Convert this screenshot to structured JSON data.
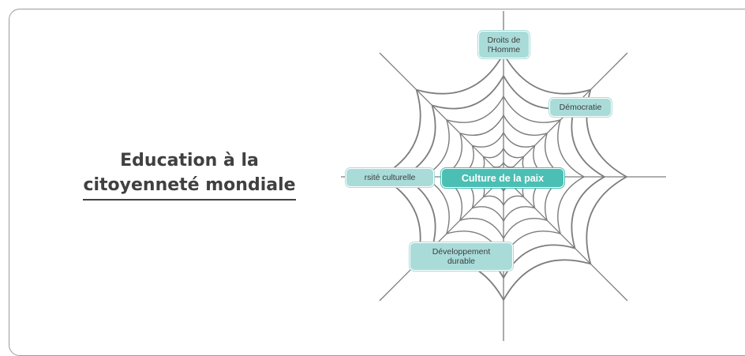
{
  "slide": {
    "title_line1": "Education à la",
    "title_line2": "citoyenneté mondiale"
  },
  "web": {
    "center": "Culture de la paix",
    "nodes": [
      {
        "id": "droits",
        "label": "Droits de\nl'Homme"
      },
      {
        "id": "democratie",
        "label": "Démocratie"
      },
      {
        "id": "diversite",
        "label": "rsité culturelle"
      },
      {
        "id": "developpement",
        "label": "Développement\ndurable"
      }
    ]
  },
  "colors": {
    "center_fill": "#4cbfb4",
    "node_fill": "#a9dcd9",
    "web_stroke": "#7d7d7d",
    "title": "#404040"
  }
}
